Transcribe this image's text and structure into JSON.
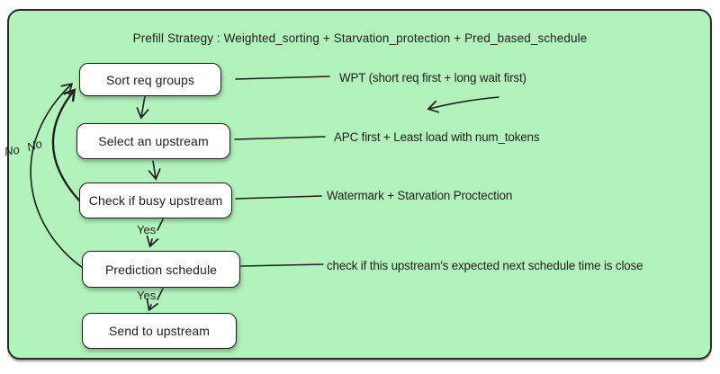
{
  "title": "Prefill Strategy : Weighted_sorting + Starvation_protection + Pred_based_schedule",
  "colors": {
    "canvas_fill": "#b2f2bb",
    "frame_stroke": "#2b2b2b",
    "node_fill": "#ffffff",
    "line_stroke": "#1e1e1e"
  },
  "flow": {
    "nodes": [
      {
        "label": "Sort req groups"
      },
      {
        "label": "Select an upstream"
      },
      {
        "label": "Check if busy upstream"
      },
      {
        "label": "Prediction schedule"
      },
      {
        "label": "Send to upstream"
      }
    ],
    "edge_labels": {
      "yes1": "Yes",
      "yes2": "Yes",
      "no_outer": "No",
      "no_inner": "No"
    },
    "annotations": [
      {
        "text": "WPT (short req first + long wait first)"
      },
      {
        "text": "APC first + Least load with num_tokens"
      },
      {
        "text": "Watermark + Starvation Proctection"
      },
      {
        "text": "check if this upstream's expected next schedule time is close"
      }
    ]
  }
}
